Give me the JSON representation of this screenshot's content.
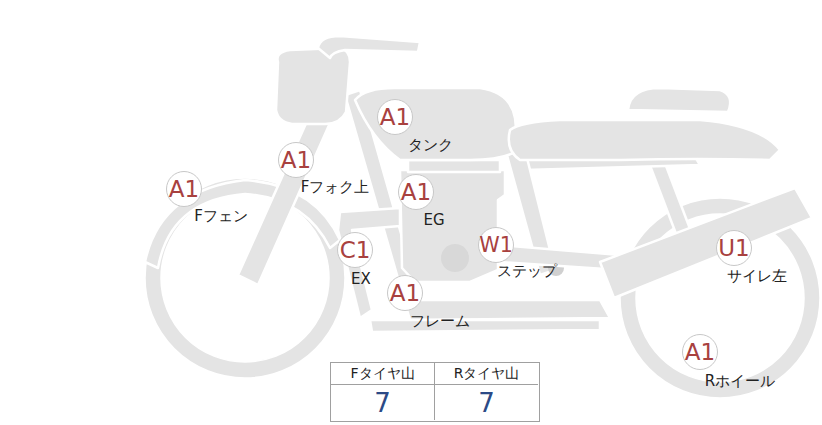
{
  "diagram": {
    "nodes": [
      {
        "text": [
          "A1",
          "タンク"
        ]
      },
      {
        "text": [
          "A1",
          "Fフォク上"
        ]
      },
      {
        "text": [
          "A1",
          "Fフェン"
        ]
      },
      {
        "text": [
          "A1",
          "EG"
        ]
      },
      {
        "text": [
          "C1",
          "EX"
        ]
      },
      {
        "text": [
          "W1",
          "ステップ"
        ]
      },
      {
        "text": [
          "U1",
          "サイレ左"
        ]
      },
      {
        "text": [
          "A1",
          "フレーム"
        ]
      },
      {
        "text": [
          "A1",
          "Rホイール"
        ]
      }
    ],
    "labels": [
      "Fタイヤ山",
      "Rタイヤ山",
      "7",
      "7"
    ]
  }
}
